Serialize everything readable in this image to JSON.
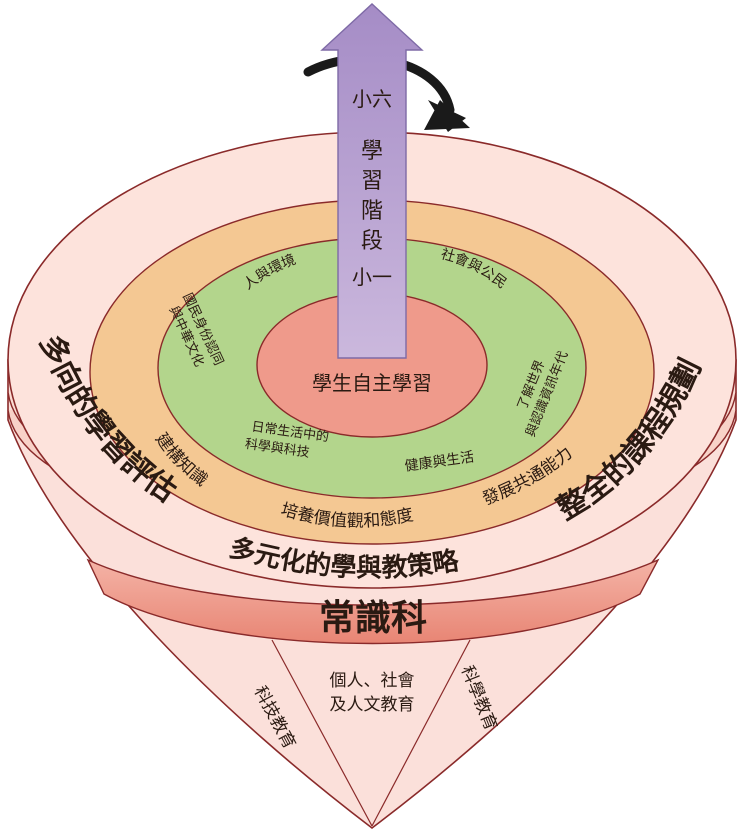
{
  "core": "學生自主學習",
  "arrow": {
    "top": "小六",
    "middle_chars": [
      "學",
      "習",
      "階",
      "段"
    ],
    "bottom": "小一"
  },
  "green_ring": {
    "nw": [
      "國民身份認同",
      "與中華文化"
    ],
    "n": "人與環境",
    "ne": "社會與公民",
    "e": [
      "了解世界",
      "與認識資訊年代"
    ],
    "sw": [
      "日常生活中的",
      "科學與科技"
    ],
    "s": "健康與生活"
  },
  "orange_ring": {
    "left": "建構知識",
    "bottom": "培養價值觀和態度",
    "right": "發展共通能力"
  },
  "outer_ring": {
    "left": "多向的學習評估",
    "right": "整全的課程規劃",
    "bottom": "多元化的學與教策略"
  },
  "band": "常識科",
  "cone": {
    "left": "科技教育",
    "middle": [
      "個人、社會",
      "及人文教育"
    ],
    "right": "科學教育"
  },
  "colors": {
    "cone": "#fbe0da",
    "outline": "#8a2a2a",
    "outer_ring": "#fde3dc",
    "orange_ring": "#f4c893",
    "green_ring": "#b3d58c",
    "core": "#ef9a8b",
    "band": "#ef9d8f",
    "arrow": "#b39ccc"
  }
}
